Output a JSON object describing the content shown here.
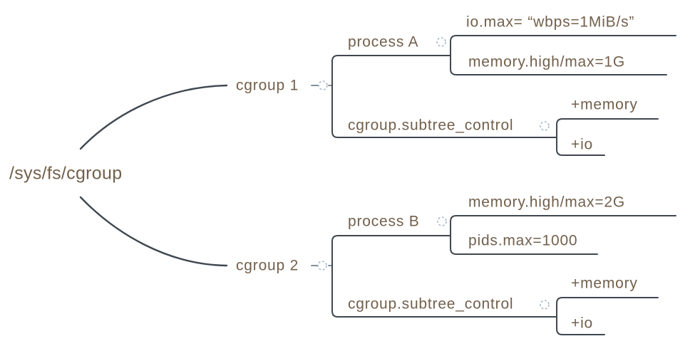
{
  "tree": {
    "root": {
      "label": "/sys/fs/cgroup"
    },
    "branches": [
      {
        "label": "cgroup 1",
        "children": [
          {
            "label": "process A",
            "children": [
              {
                "label": "io.max= “wbps=1MiB/s”"
              },
              {
                "label": "memory.high/max=1G"
              }
            ]
          },
          {
            "label": "cgroup.subtree_control",
            "children": [
              {
                "label": "+memory"
              },
              {
                "label": "+io"
              }
            ]
          }
        ]
      },
      {
        "label": "cgroup 2",
        "children": [
          {
            "label": "process B",
            "children": [
              {
                "label": "memory.high/max=2G"
              },
              {
                "label": "pids.max=1000"
              }
            ]
          },
          {
            "label": "cgroup.subtree_control",
            "children": [
              {
                "label": "+memory"
              },
              {
                "label": "+io"
              }
            ]
          }
        ]
      }
    ]
  },
  "icons": {
    "toggle": "collapse-expand-toggle"
  },
  "colors": {
    "text": "#73604c",
    "line": "#3f4750",
    "toggle": "#a7b9cc",
    "dash": "#858e98",
    "background": "#ffffff"
  }
}
